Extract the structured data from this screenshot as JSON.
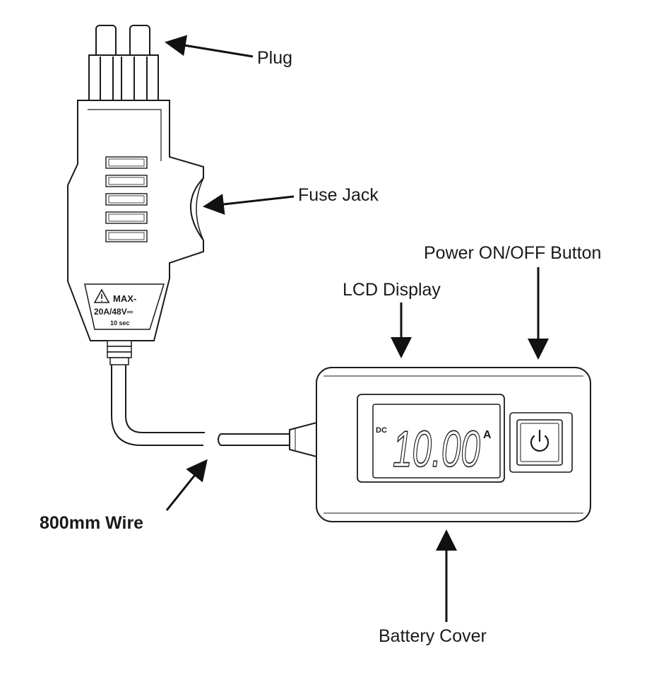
{
  "callouts": {
    "plug": "Plug",
    "fuse_jack": "Fuse Jack",
    "power_button": "Power ON/OFF Button",
    "lcd_display": "LCD Display",
    "wire": "800mm Wire",
    "battery_cover": "Battery Cover"
  },
  "fuse_adapter": {
    "rating_line1": "MAX-",
    "rating_line2": "20A/48V═",
    "rating_line3": "10 sec"
  },
  "lcd": {
    "mode": "DC",
    "reading": "10.00",
    "unit": "A"
  },
  "icons": {
    "warning": "warning-triangle-icon",
    "power": "power-icon"
  }
}
